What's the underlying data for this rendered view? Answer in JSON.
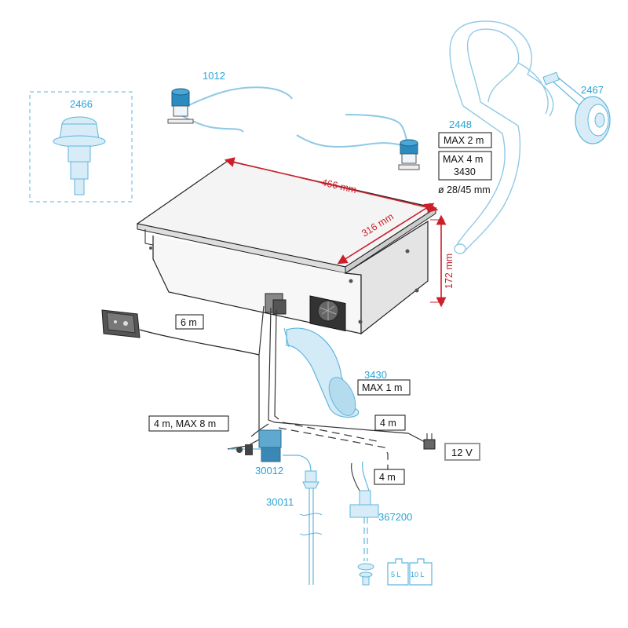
{
  "labels": {
    "burner": "2466",
    "pump_unit": "1012",
    "exhaust_pipe": "2448",
    "exhaust_terminal": "2467",
    "air_intake": "3430",
    "valve": "30012",
    "fuel_pipe": "30011",
    "tank_adapter": "367200"
  },
  "dimensions": {
    "length": "466 mm",
    "width": "316 mm",
    "height": "172 mm"
  },
  "boxes": {
    "exhaust_max": "MAX 2 m",
    "exhaust_max2_line1": "MAX 4 m",
    "exhaust_max2_line2": "3430",
    "diameter": "ø 28/45 mm",
    "control_cable": "6 m",
    "intake_max": "MAX 1 m",
    "fuel_line": "4 m, MAX 8 m",
    "power_cable": "4 m",
    "power_supply": "12 V",
    "tank_line": "4 m"
  },
  "tanks": {
    "small": "5 L",
    "large": "10 L"
  },
  "colors": {
    "accent_blue": "#29a3d6",
    "dimension_red": "#cc1f2a",
    "component_light_blue": "#cfe8f5"
  }
}
